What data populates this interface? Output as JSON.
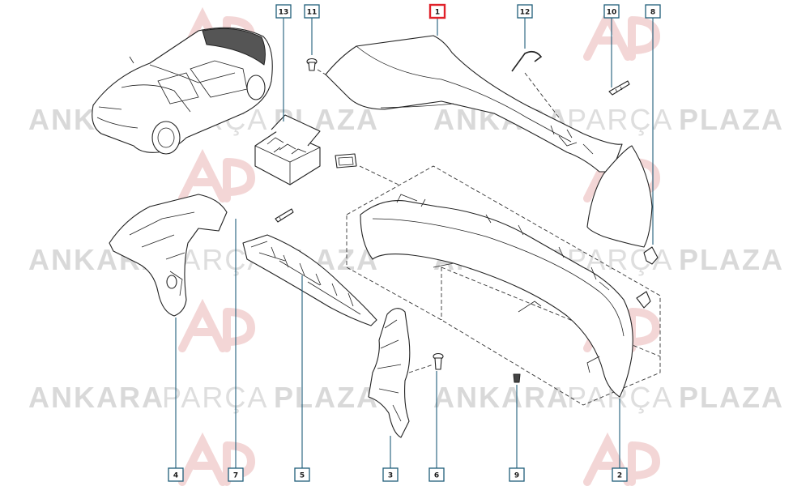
{
  "watermark": {
    "word1": "ANKARA",
    "word2": "PARÇA",
    "word3": "PLAZA",
    "colors": {
      "text_bold": "#d9d9d9",
      "text_thin": "#dedede",
      "logo": "#f3d6d6"
    }
  },
  "callouts": [
    {
      "id": "c1",
      "label": "1",
      "active": true
    },
    {
      "id": "c2",
      "label": "2",
      "active": false
    },
    {
      "id": "c3",
      "label": "3",
      "active": false
    },
    {
      "id": "c4",
      "label": "4",
      "active": false
    },
    {
      "id": "c5",
      "label": "5",
      "active": false
    },
    {
      "id": "c6",
      "label": "6",
      "active": false
    },
    {
      "id": "c7",
      "label": "7",
      "active": false
    },
    {
      "id": "c8",
      "label": "8",
      "active": false
    },
    {
      "id": "c9",
      "label": "9",
      "active": false
    },
    {
      "id": "c10",
      "label": "10",
      "active": false
    },
    {
      "id": "c11",
      "label": "11",
      "active": false
    },
    {
      "id": "c12",
      "label": "12",
      "active": false
    },
    {
      "id": "c13",
      "label": "13",
      "active": false
    }
  ],
  "colors": {
    "callout_border": "#1f5e7a",
    "callout_active_border": "#e0212a",
    "line_art": "#222222"
  }
}
